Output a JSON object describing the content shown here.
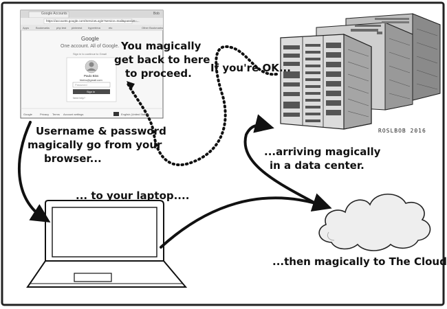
{
  "captions": {
    "get_back": [
      "You magically",
      "get back to here",
      "to proceed."
    ],
    "if_ok": "If you're OK...",
    "username": [
      "Username & password",
      "magically go from your",
      "browser..."
    ],
    "laptop": "... to  your laptop....",
    "datacenter": [
      "...arriving magically",
      "in a data center."
    ],
    "cloud": "...then magically to The Cloud."
  },
  "screenshot": {
    "tab_title": "Google Accounts",
    "user_label": "Bob",
    "url": "https://accounts.google.com/ServiceLogin?service=mail&passive=...",
    "bookmarks": [
      "Apps",
      "Bookmarks",
      "php test",
      "pinterest",
      "hypertrina",
      "etc"
    ],
    "other_bookmarks": "Other Bookmarks",
    "brand": "Google",
    "tagline": "One account. All of Google.",
    "subtitle": "Sign in to continue to Gmail",
    "profile_name": "Paulo Biss",
    "profile_email": "fdsfvs@gmail.com",
    "password_placeholder": "Password",
    "signin_label": "Sign in",
    "help_link": "Need help?",
    "footer_links": [
      "Google",
      "Privacy",
      "Terms",
      "Account settings"
    ],
    "language": "English (United States)"
  },
  "signature": "ROSLBOB 2016"
}
